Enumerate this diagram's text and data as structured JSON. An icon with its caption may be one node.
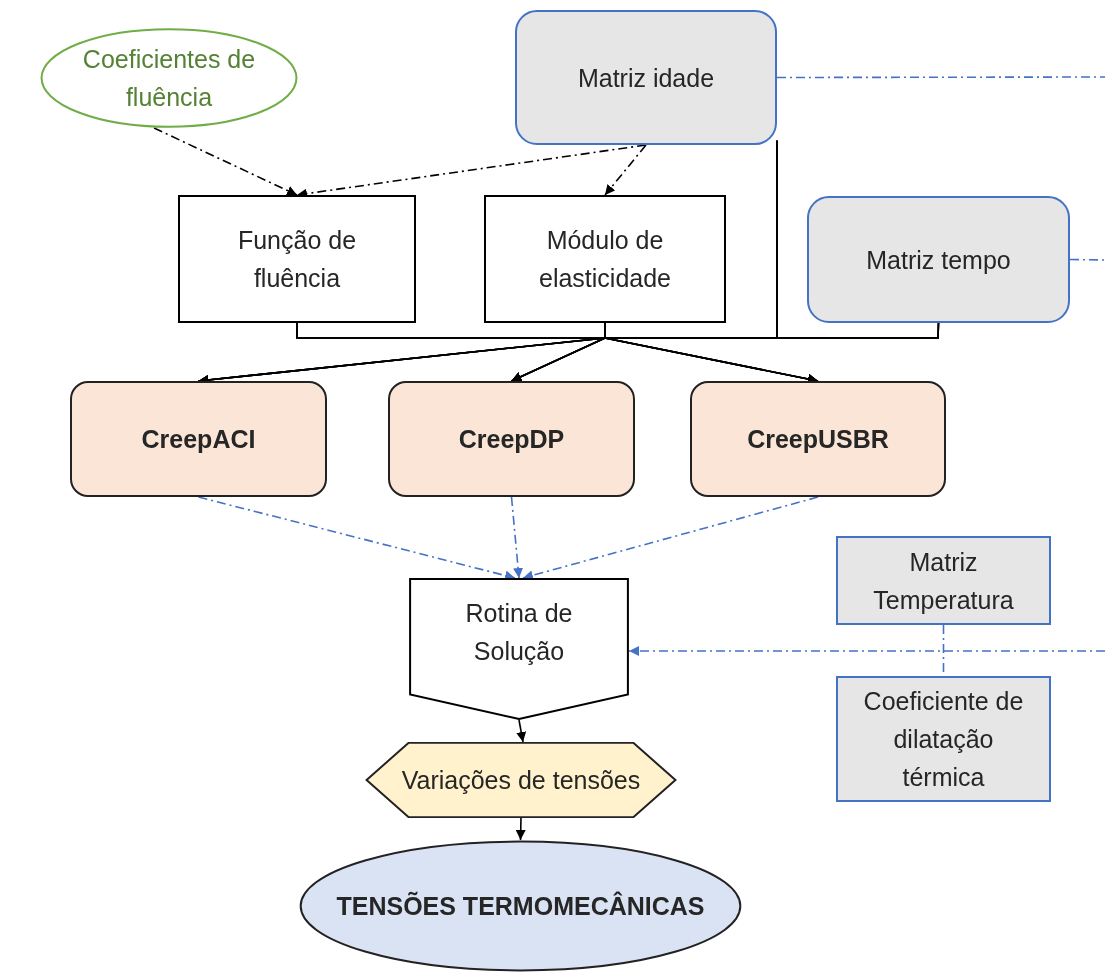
{
  "diagram": {
    "nodes": [
      {
        "text": [
          "Coeficientes de fluência"
        ]
      },
      {
        "text": [
          "Matriz idade"
        ]
      },
      {
        "text": [
          "Função de fluência"
        ]
      },
      {
        "text": [
          "Módulo de elasticidade"
        ]
      },
      {
        "text": [
          "Matriz tempo"
        ]
      },
      {
        "text": [
          "CreepACI"
        ]
      },
      {
        "text": [
          "CreepDP"
        ]
      },
      {
        "text": [
          "CreepUSBR"
        ]
      },
      {
        "text": [
          "Matriz Temperatura"
        ]
      },
      {
        "text": [
          "Rotina de Solução"
        ]
      },
      {
        "text": [
          "Coeficiente de dilatação térmica"
        ]
      },
      {
        "text": [
          "Variações de tensões"
        ]
      },
      {
        "text": [
          "TENSÕES TERMOMECÂNICAS"
        ]
      }
    ],
    "edges": [
      {
        "from": 0,
        "to": 2,
        "arrow": "to",
        "style": "dashed"
      },
      {
        "from": 1,
        "to": 2,
        "arrow": "to",
        "style": "dashed"
      },
      {
        "from": 1,
        "to": 3,
        "arrow": "to",
        "style": "dashed"
      },
      {
        "from": 2,
        "to": 5,
        "arrow": "to"
      },
      {
        "from": 2,
        "to": 6,
        "arrow": "to"
      },
      {
        "from": 2,
        "to": 7,
        "arrow": "to"
      },
      {
        "from": 3,
        "to": 5,
        "arrow": "to"
      },
      {
        "from": 3,
        "to": 6,
        "arrow": "to"
      },
      {
        "from": 3,
        "to": 7,
        "arrow": "to"
      },
      {
        "from": 1,
        "to": 5,
        "arrow": "to"
      },
      {
        "from": 1,
        "to": 6,
        "arrow": "to"
      },
      {
        "from": 1,
        "to": 7,
        "arrow": "to"
      },
      {
        "from": 4,
        "to": 5,
        "arrow": "to"
      },
      {
        "from": 4,
        "to": 6,
        "arrow": "to"
      },
      {
        "from": 4,
        "to": 7,
        "arrow": "to"
      },
      {
        "from": 1,
        "to": null,
        "arrow": "none",
        "style": "dashed",
        "color": "#4472c4"
      },
      {
        "from": 4,
        "to": null,
        "arrow": "none",
        "style": "dashed",
        "color": "#4472c4"
      },
      {
        "from": 5,
        "to": 9,
        "arrow": "to",
        "style": "dashed",
        "color": "#4472c4"
      },
      {
        "from": 6,
        "to": 9,
        "arrow": "to",
        "style": "dashed",
        "color": "#4472c4"
      },
      {
        "from": 7,
        "to": 9,
        "arrow": "to",
        "style": "dashed",
        "color": "#4472c4"
      },
      {
        "from": null,
        "to": 9,
        "arrow": "to",
        "style": "dashed",
        "color": "#4472c4"
      },
      {
        "from": 8,
        "to": 10,
        "arrow": "none",
        "style": "dashed",
        "color": "#4472c4"
      },
      {
        "from": 9,
        "to": 11,
        "arrow": "to"
      },
      {
        "from": 11,
        "to": 12,
        "arrow": "to"
      }
    ]
  }
}
